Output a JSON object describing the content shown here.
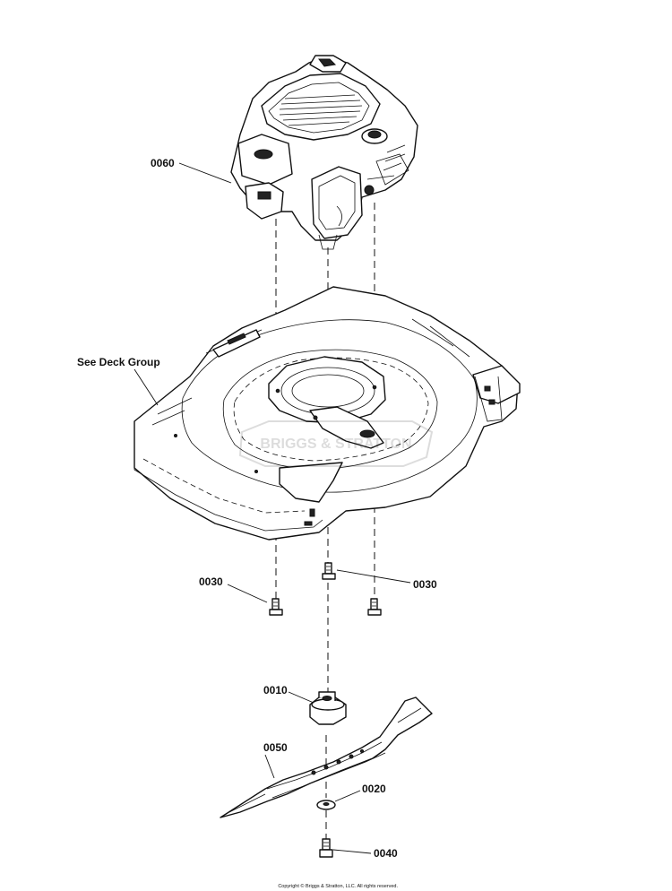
{
  "diagram": {
    "callouts": [
      {
        "id": "engine",
        "label": "0060"
      },
      {
        "id": "deck",
        "label": "See Deck Group"
      },
      {
        "id": "bolt-left",
        "label": "0030"
      },
      {
        "id": "bolt-right",
        "label": "0030"
      },
      {
        "id": "adapter",
        "label": "0010"
      },
      {
        "id": "blade",
        "label": "0050"
      },
      {
        "id": "washer",
        "label": "0020"
      },
      {
        "id": "blade-bolt",
        "label": "0040"
      }
    ],
    "watermark": "BRIGGS & STRATTON",
    "copyright": "Copyright © Briggs & Stratton, LLC. All rights reserved."
  }
}
